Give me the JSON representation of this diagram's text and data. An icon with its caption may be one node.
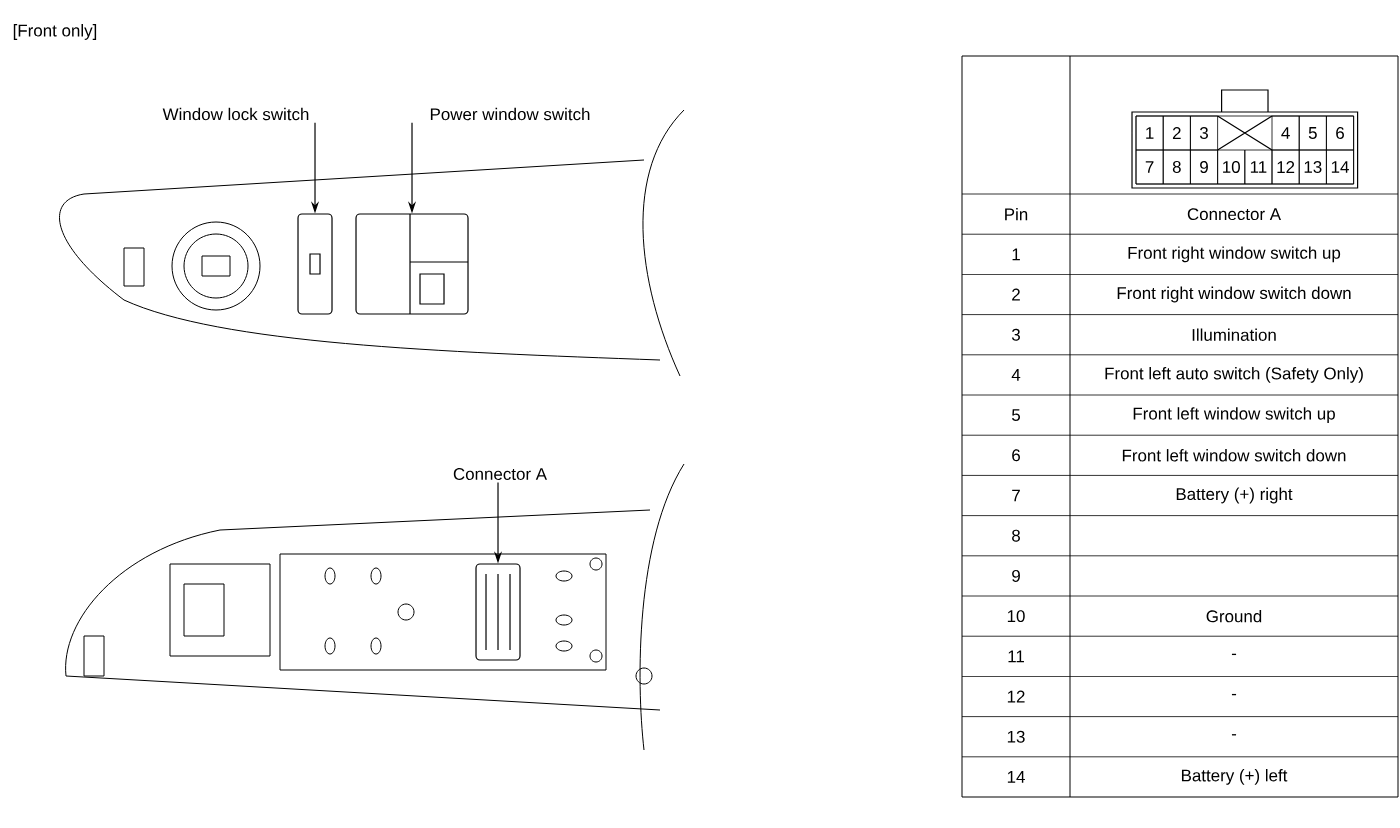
{
  "diagram": {
    "nodes": [
      {
        "text": [
          "Window lock switch"
        ]
      },
      {
        "text": [
          "Power window switch"
        ]
      },
      {
        "text": [
          "Connector A"
        ]
      },
      {
        "text": [],
        "shape": "box"
      },
      {
        "text": [],
        "shape": "box"
      },
      {
        "text": [],
        "shape": "box"
      }
    ],
    "edges": [
      {
        "from": 0,
        "to": 3,
        "arrow": "to"
      },
      {
        "from": 1,
        "to": 4,
        "arrow": "to"
      },
      {
        "from": 2,
        "to": 5,
        "arrow": "to"
      }
    ],
    "labels": [
      "[Front only]",
      "1",
      "2",
      "3",
      "4",
      "5",
      "6",
      "7",
      "8",
      "9",
      "10",
      "11",
      "12",
      "13",
      "14",
      "Pin",
      "Connector A",
      "1",
      "Front right window switch up",
      "2",
      "Front right window switch down",
      "3",
      "Illumination",
      "4",
      "Front left auto switch (Safety Only)",
      "5",
      "Front left window switch up",
      "6",
      "Front left window switch down",
      "7",
      "Battery (+) right",
      "8",
      "9",
      "10",
      "Ground",
      "11",
      "-",
      "12",
      "-",
      "13",
      "-",
      "14",
      "Battery (+) left"
    ]
  }
}
